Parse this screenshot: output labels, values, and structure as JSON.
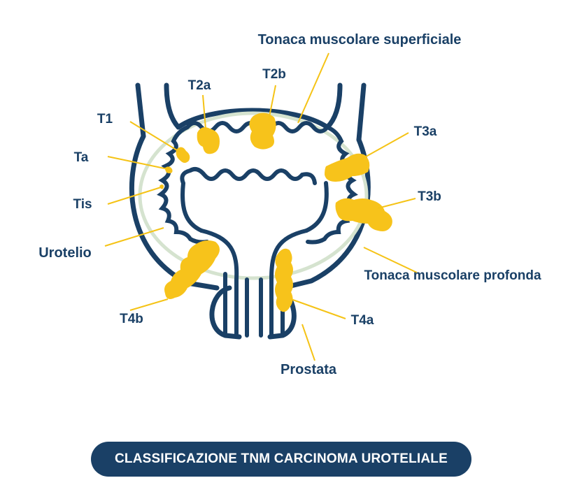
{
  "colors": {
    "navy": "#1a4066",
    "tumor_yellow": "#f7c31b",
    "leader_yellow": "#f5c316",
    "serosa_green": "#d5e3cf",
    "background": "#ffffff"
  },
  "labels": {
    "tonaca_superficiale": "Tonaca muscolare superficiale",
    "t2a": "T2a",
    "t2b": "T2b",
    "t1": "T1",
    "t3a": "T3a",
    "ta": "Ta",
    "t3b": "T3b",
    "tis": "Tis",
    "urotelio": "Urotelio",
    "tonaca_profonda": "Tonaca muscolare profonda",
    "t4b": "T4b",
    "t4a": "T4a",
    "prostata": "Prostata"
  },
  "title": "CLASSIFICAZIONE TNM CARCINOMA UROTELIALE"
}
